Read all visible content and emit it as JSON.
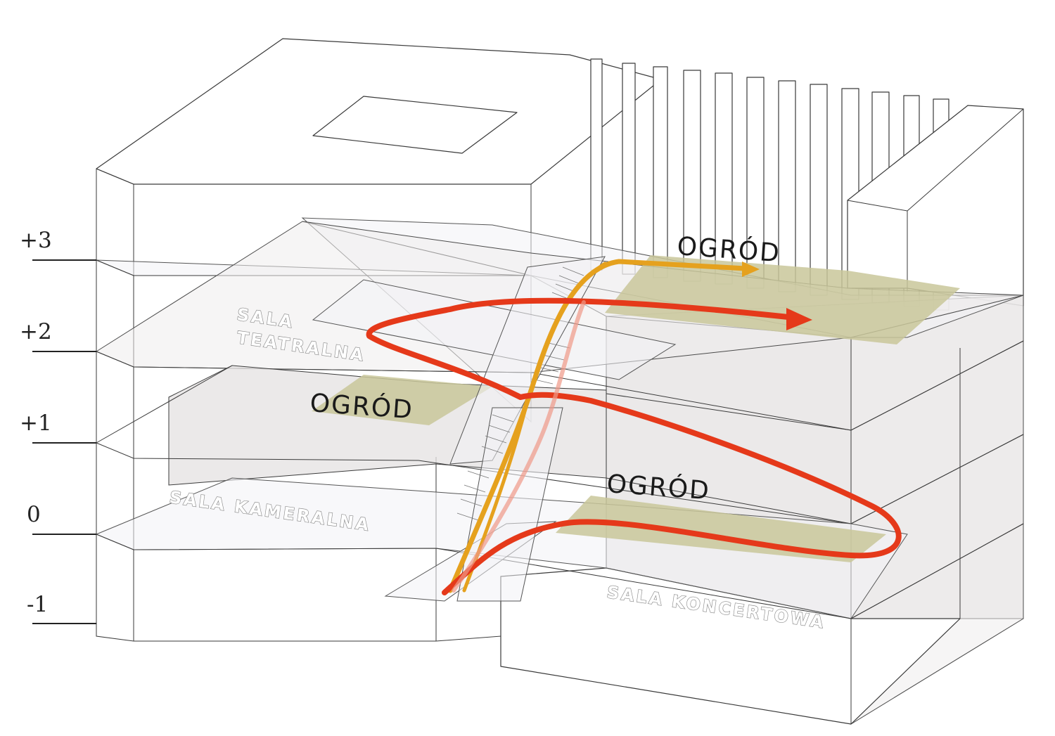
{
  "levels": [
    {
      "label": "+3"
    },
    {
      "label": "+2"
    },
    {
      "label": "+1"
    },
    {
      "label": "0"
    },
    {
      "label": "-1"
    }
  ],
  "gardens": [
    {
      "label": "OGRÓD"
    },
    {
      "label": "OGRÓD"
    },
    {
      "label": "OGRÓD"
    }
  ],
  "halls": {
    "teatralna_line1": "SALA",
    "teatralna_line2": "TEATRALNA",
    "kameralna": "SALA KAMERALNA",
    "koncertowa": "SALA KONCERTOWA"
  },
  "colors": {
    "route_red": "#e5391a",
    "route_orange": "#e5a11e",
    "garden_fill": "#c9c79a",
    "slab_fill": "#e6e3e3"
  }
}
